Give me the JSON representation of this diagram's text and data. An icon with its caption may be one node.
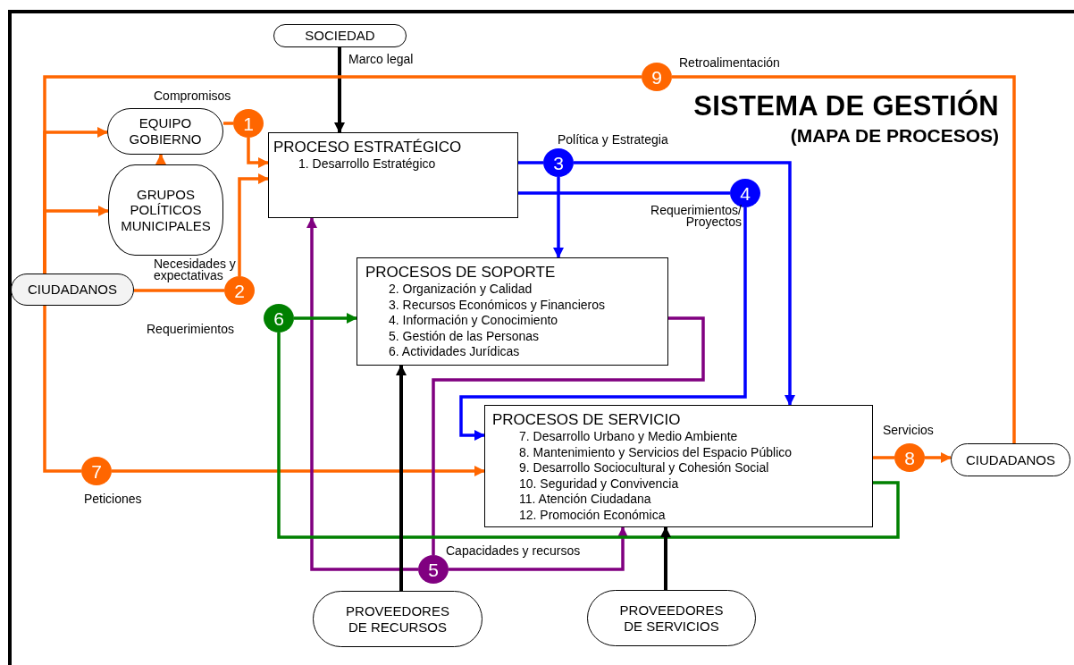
{
  "diagram": {
    "title": "SISTEMA DE GESTIÓN",
    "nodes": [
      {
        "text": [
          "SOCIEDAD"
        ]
      },
      {
        "text": [
          "EQUIPO GOBIERNO"
        ]
      },
      {
        "text": [
          "GRUPOS POLÍTICOS MUNICIPALES"
        ]
      },
      {
        "text": [
          "CIUDADANOS"
        ]
      },
      {
        "text": [
          "PROCESO ESTRATÉGICO",
          "1. Desarrollo Estratégico"
        ]
      },
      {
        "text": [
          "PROCESOS DE SOPORTE",
          "2. Organización y Calidad",
          "3. Recursos Económicos y Financieros",
          "4. Información y Conocimiento",
          "5. Gestión de las Personas",
          "6. Actividades Jurídicas"
        ]
      },
      {
        "text": [
          "PROCESOS DE SERVICIO",
          "7. Desarrollo Urbano y Medio Ambiente",
          "8. Mantenimiento y Servicios del Espacio Público",
          "9. Desarrollo Sociocultural y Cohesión Social",
          "10. Seguridad y Convivencia",
          "11. Atención Ciudadana",
          "12. Promoción Económica"
        ]
      },
      {
        "text": [
          "CIUDADANOS"
        ]
      },
      {
        "text": [
          "PROVEEDORES DE RECURSOS"
        ]
      },
      {
        "text": [
          "PROVEEDORES DE SERVICIOS"
        ]
      },
      {
        "text": [
          "1"
        ],
        "beside": [
          "Compromisos"
        ]
      },
      {
        "text": [
          "2"
        ],
        "beside": [
          "Necesidades y expectativas"
        ]
      },
      {
        "text": [
          "3"
        ],
        "beside": [
          "Política y Estrategia"
        ]
      },
      {
        "text": [
          "4"
        ],
        "beside": [
          "Requerimientos/ Proyectos"
        ]
      },
      {
        "text": [
          "5"
        ],
        "beside": [
          "Capacidades y recursos"
        ]
      },
      {
        "text": [
          "6"
        ],
        "beside": [
          "Requerimientos"
        ]
      },
      {
        "text": [
          "7"
        ],
        "beside": [
          "Peticiones"
        ]
      },
      {
        "text": [
          "8"
        ],
        "beside": [
          "Servicios"
        ]
      },
      {
        "text": [
          "9"
        ],
        "beside": [
          "Retroalimentación"
        ]
      }
    ],
    "edges": [
      {
        "from": 0,
        "to": 4,
        "arrow": "to",
        "label": "Marco legal",
        "color": "#000000"
      },
      {
        "from": 7,
        "to": 18,
        "arrow": "none"
      },
      {
        "from": 18,
        "to": 3,
        "arrow": "none"
      },
      {
        "from": 3,
        "to": 1,
        "arrow": "to"
      },
      {
        "from": 3,
        "to": 2,
        "arrow": "to"
      },
      {
        "from": 3,
        "to": 16,
        "arrow": "none"
      },
      {
        "from": 16,
        "to": 6,
        "arrow": "to"
      },
      {
        "from": 1,
        "to": 10,
        "arrow": "none"
      },
      {
        "from": 10,
        "to": 4,
        "arrow": "to"
      },
      {
        "from": 2,
        "to": 1,
        "arrow": "to"
      },
      {
        "from": 3,
        "to": 11,
        "arrow": "none"
      },
      {
        "from": 11,
        "to": 4,
        "arrow": "to"
      },
      {
        "from": 4,
        "to": 12,
        "arrow": "none",
        "color": "#0000ff"
      },
      {
        "from": 12,
        "to": 5,
        "arrow": "to",
        "color": "#0000ff"
      },
      {
        "from": 12,
        "to": 6,
        "arrow": "to",
        "color": "#0000ff"
      },
      {
        "from": 4,
        "to": 13,
        "arrow": "none",
        "color": "#0000ff"
      },
      {
        "from": 13,
        "to": 6,
        "arrow": "to",
        "color": "#0000ff"
      },
      {
        "from": 5,
        "to": 14,
        "arrow": "none",
        "color": "#800080"
      },
      {
        "from": 14,
        "to": 4,
        "arrow": "to",
        "color": "#800080"
      },
      {
        "from": 14,
        "to": 6,
        "arrow": "to",
        "color": "#800080"
      },
      {
        "from": 6,
        "to": 15,
        "arrow": "none",
        "color": "#008000"
      },
      {
        "from": 15,
        "to": 5,
        "arrow": "to",
        "color": "#008000"
      },
      {
        "from": 8,
        "to": 5,
        "arrow": "to",
        "color": "#000000"
      },
      {
        "from": 9,
        "to": 6,
        "arrow": "to",
        "color": "#000000"
      },
      {
        "from": 6,
        "to": 17,
        "arrow": "none"
      },
      {
        "from": 17,
        "to": 7,
        "arrow": "to"
      }
    ],
    "labels": [
      "(MAPA DE PROCESOS)"
    ]
  }
}
